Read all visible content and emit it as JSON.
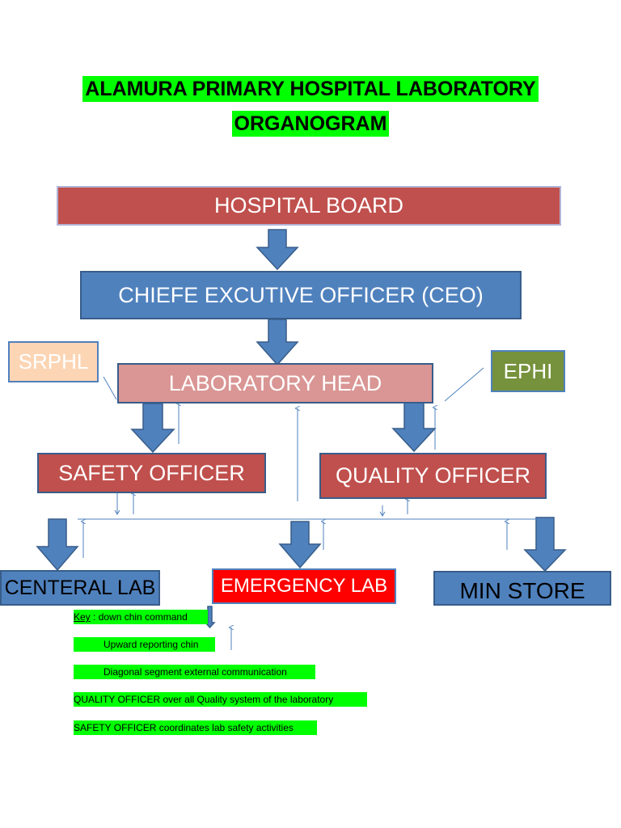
{
  "title": {
    "line1": "ALAMURA  PRIMARY  HOSPITAL  LABORATORY",
    "line2": "ORGANOGRAM"
  },
  "nodes": {
    "hospital_board": "HOSPITAL BOARD",
    "ceo": "CHIEFE EXCUTIVE OFFICER (CEO)",
    "lab_head": "LABORATORY HEAD",
    "srphl": "SRPHL",
    "ephi": "EPHI",
    "safety_officer": "SAFETY OFFICER",
    "quality_officer": "QUALITY OFFICER",
    "central_lab": "CENTERAL LAB",
    "emergency_lab": "EMERGENCY LAB",
    "min_store": "MIN STORE"
  },
  "key": {
    "label": "Key",
    "sep": " :",
    "down": "  down chin command",
    "upward": "Upward reporting chin",
    "diagonal": "Diagonal segment external communication",
    "quality": "QUALITY OFFICER   over all Quality system of the laboratory",
    "safety": "SAFETY OFFICER   coordinates lab safety activities"
  },
  "colors": {
    "highlight": "#00ff00",
    "red_box": "#c0504d",
    "blue_box": "#4f81bd",
    "pink_box": "#d99694",
    "peach_box": "#fcd5b4",
    "olive_box": "#76923c",
    "emergency_box": "#ff0000"
  }
}
